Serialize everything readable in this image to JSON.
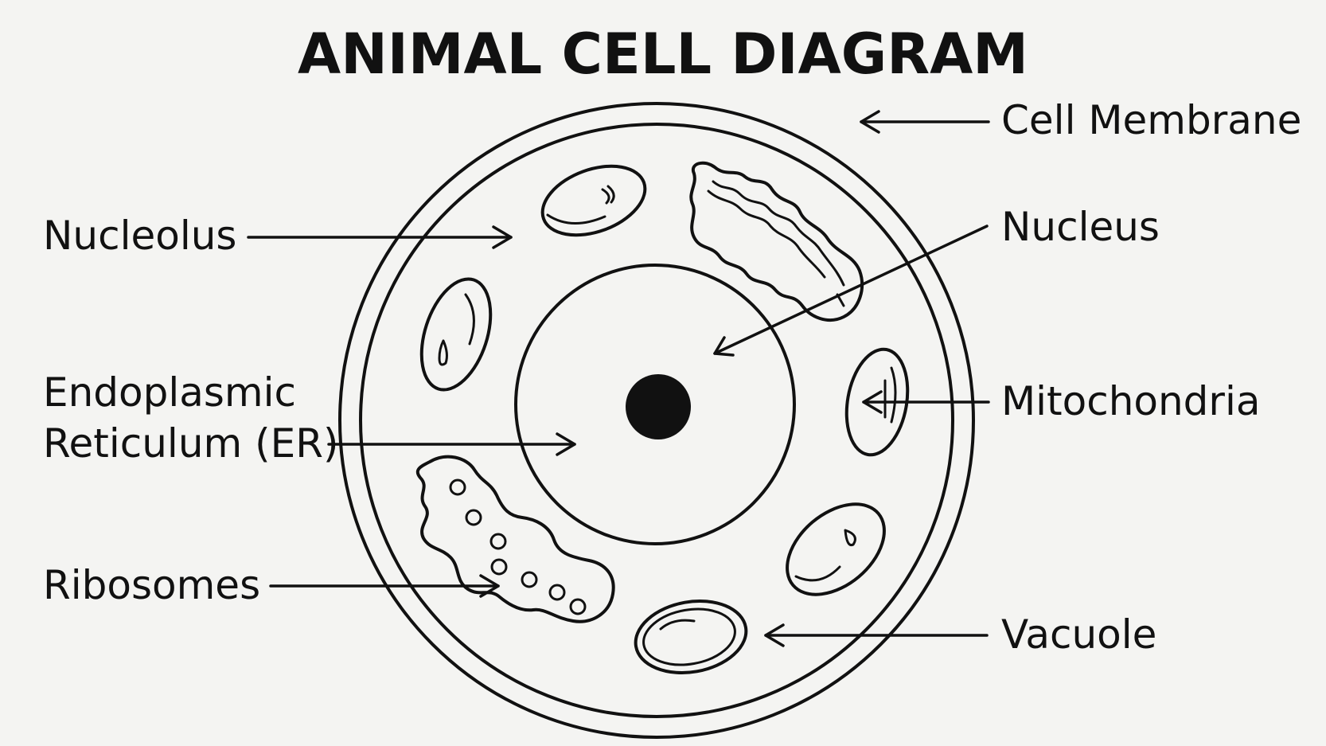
{
  "title": "ANIMAL CELL DIAGRAM",
  "labels": {
    "cell_membrane": "Cell Membrane",
    "nucleolus": "Nucleolus",
    "nucleus": "Nucleus",
    "er_line1": "Endoplasmic",
    "er_line2": "Reticulum (ER)",
    "mitochondria": "Mitochondria",
    "ribosomes": "Ribosomes",
    "vacuole": "Vacuole"
  },
  "colors": {
    "background": "#f4f4f2",
    "ink": "#111111"
  }
}
